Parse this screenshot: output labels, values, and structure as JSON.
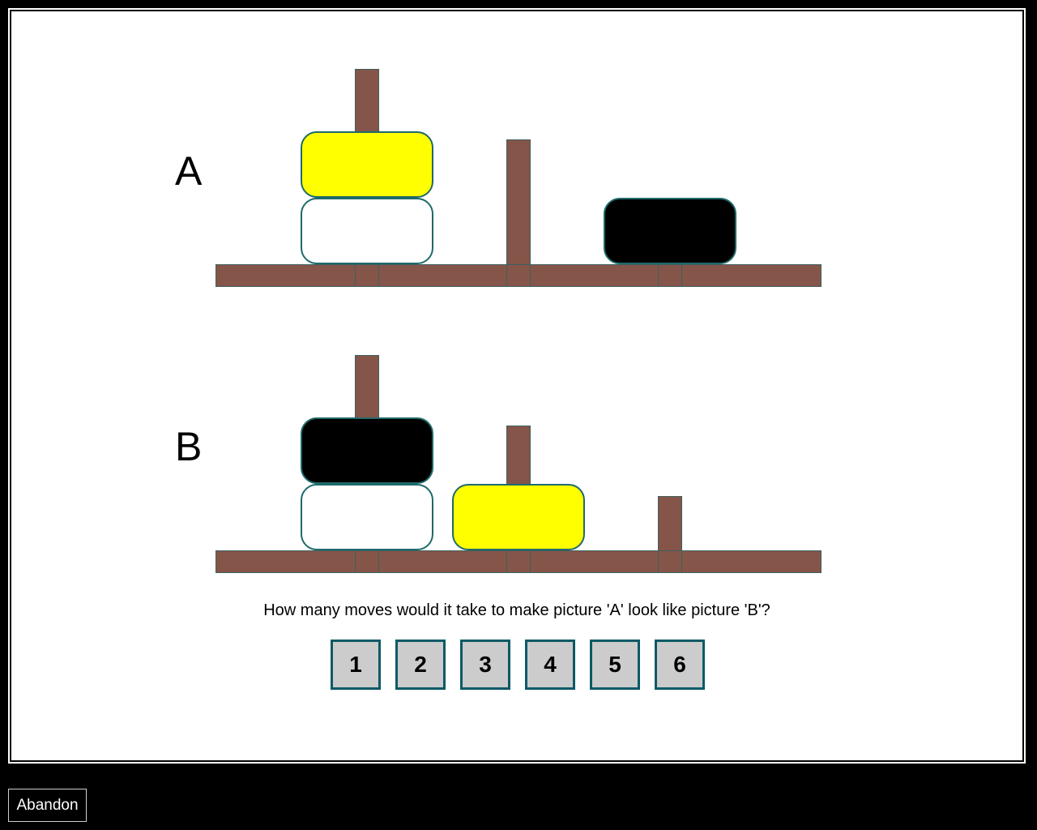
{
  "puzzle_a": {
    "label": "A",
    "pegs": [
      {
        "disks": [
          "white",
          "yellow"
        ]
      },
      {
        "disks": []
      },
      {
        "disks": [
          "black"
        ]
      }
    ]
  },
  "puzzle_b": {
    "label": "B",
    "pegs": [
      {
        "disks": [
          "white",
          "black"
        ]
      },
      {
        "disks": [
          "yellow"
        ]
      },
      {
        "disks": []
      }
    ]
  },
  "question": "How many moves would it take to make picture 'A' look like picture 'B'?",
  "answers": [
    "1",
    "2",
    "3",
    "4",
    "5",
    "6"
  ],
  "abandon_label": "Abandon",
  "colors": {
    "wood": "#855549",
    "yellow": "#ffff00",
    "white": "#ffffff",
    "black": "#000000",
    "button_face": "#cccccc",
    "button_border": "#0c5a66"
  }
}
